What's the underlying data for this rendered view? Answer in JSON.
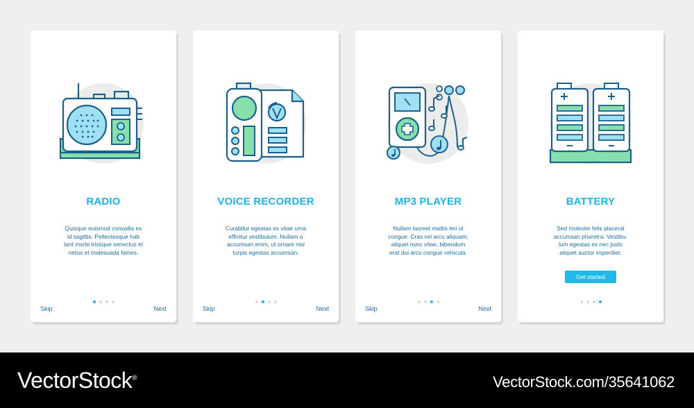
{
  "colors": {
    "accent": "#1ab4e6",
    "navy": "#1b5f8d",
    "fill_blue": "#9fe0f5",
    "fill_green": "#86e0ac",
    "circle_bg": "#ececec"
  },
  "screens": [
    {
      "title": "RADIO",
      "icon": "radio-icon",
      "desc": [
        "Quisque euismod convallis ex",
        "id sagittis. Pellentesque hab",
        "tant morbi tristique senectus et",
        "netus et malesuada fames."
      ],
      "skip": "Skip",
      "next": "Next",
      "active_dot": 1
    },
    {
      "title": "VOICE RECORDER",
      "icon": "voice-recorder-icon",
      "desc": [
        "Curabitur egestas ex vitae urna",
        "efficitur vestibulum. Nullam a",
        "accumsan enim, ut ornare nisi",
        "turpis egestas accumsan."
      ],
      "skip": "Skip",
      "next": "Next",
      "active_dot": 2
    },
    {
      "title": "MP3 PLAYER",
      "icon": "mp3-player-icon",
      "desc": [
        "Nullam laoreet mattis leo ut",
        "congue. Cras vel arcu aliquam,",
        "aliquet nunc vitae, bibendum",
        "erat dui arcu congue vehicula."
      ],
      "skip": "Skip",
      "next": "Next",
      "active_dot": 3
    },
    {
      "title": "BATTERY",
      "icon": "battery-icon",
      "desc": [
        "Sed molestie felis placerat",
        "accumsan pharetra. Vestibu-",
        "lum egestas ex nec justo",
        "aliquet auctor imperdiet."
      ],
      "cta": "Get started",
      "active_dot": 4
    }
  ],
  "footer": {
    "brand": "VectorStock",
    "reg": "®",
    "credit": "VectorStock.com/35641062"
  }
}
